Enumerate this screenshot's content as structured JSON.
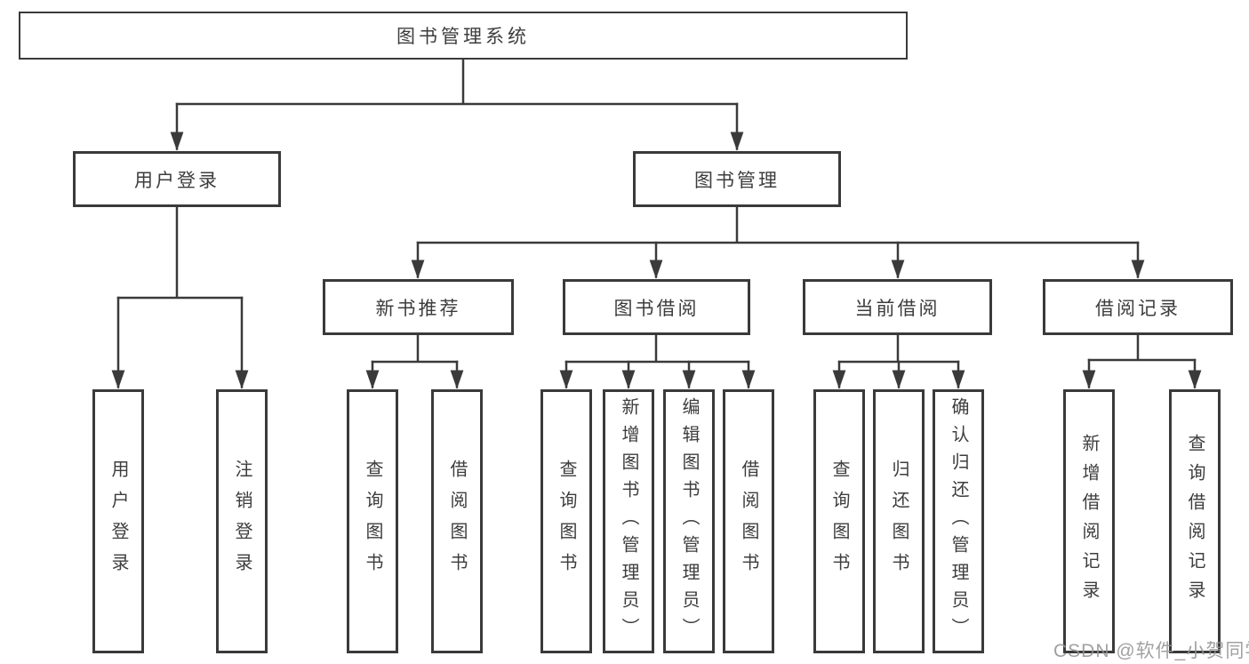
{
  "tree": {
    "root": {
      "label": "图书管理系统",
      "children": [
        {
          "label": "用户登录",
          "children": [
            {
              "label": "用户登录"
            },
            {
              "label": "注销登录"
            }
          ]
        },
        {
          "label": "图书管理",
          "children": [
            {
              "label": "新书推荐",
              "children": [
                {
                  "label": "查询图书"
                },
                {
                  "label": "借阅图书"
                }
              ]
            },
            {
              "label": "图书借阅",
              "children": [
                {
                  "label": "查询图书"
                },
                {
                  "label": "新增图书（管理员）"
                },
                {
                  "label": "编辑图书（管理员）"
                },
                {
                  "label": "借阅图书"
                }
              ]
            },
            {
              "label": "当前借阅",
              "children": [
                {
                  "label": "查询图书"
                },
                {
                  "label": "归还图书"
                },
                {
                  "label": "确认归还（管理员）"
                }
              ]
            },
            {
              "label": "借阅记录",
              "children": [
                {
                  "label": "新增借阅记录"
                },
                {
                  "label": "查询借阅记录"
                }
              ]
            }
          ]
        }
      ]
    }
  },
  "watermark": {
    "text": "CSDN @软件_小贺同学"
  },
  "colors": {
    "line": "#3a3a3a",
    "box_border": "#3a3a3a",
    "text": "#3d3d3d",
    "watermark_text": "#949496",
    "background": "#ffffff"
  }
}
